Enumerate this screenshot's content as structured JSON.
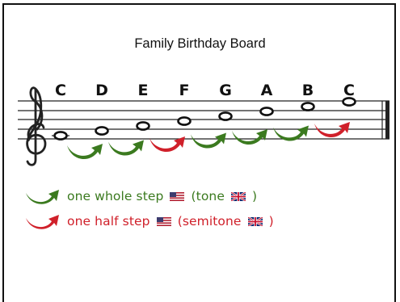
{
  "title": "Family Birthday Board",
  "diagram": {
    "notes": [
      "C",
      "D",
      "E",
      "F",
      "G",
      "A",
      "B",
      "C"
    ],
    "steps": [
      "whole",
      "whole",
      "half",
      "whole",
      "whole",
      "whole",
      "half"
    ]
  },
  "legend": {
    "whole": {
      "text_before_flag": "one whole step",
      "text_after_flag": " (tone",
      "text_end": ")",
      "color": "#3b7a1f"
    },
    "half": {
      "text_before_flag": "one half step",
      "text_after_flag": " (semitone",
      "text_end": ")",
      "color": "#d0202a"
    }
  },
  "colors": {
    "whole": "#3b7a1f",
    "half": "#d0202a",
    "staff": "#222222"
  }
}
